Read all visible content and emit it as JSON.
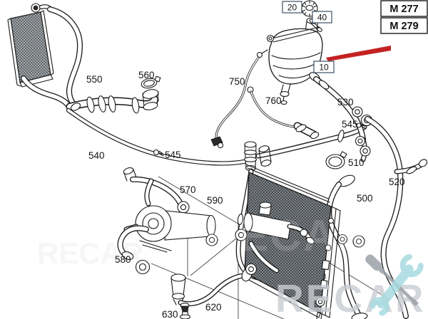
{
  "diagram": {
    "engine_codes": [
      "M 277",
      "M 279"
    ],
    "boxed_callouts": [
      "20",
      "40",
      "10"
    ],
    "part_labels": [
      "550",
      "560",
      "540",
      "545",
      "570",
      "590",
      "580",
      "630",
      "620",
      "750",
      "760",
      "530",
      "545",
      "510",
      "500",
      "520"
    ],
    "colors": {
      "arrow": "#c42222",
      "line_art": "#1a1a1a",
      "watermark_text": "#c9cdd1",
      "wrench": "#a7dbe1",
      "screwdriver": "#9aa0a6"
    },
    "watermark": {
      "text": "RECAR"
    }
  }
}
